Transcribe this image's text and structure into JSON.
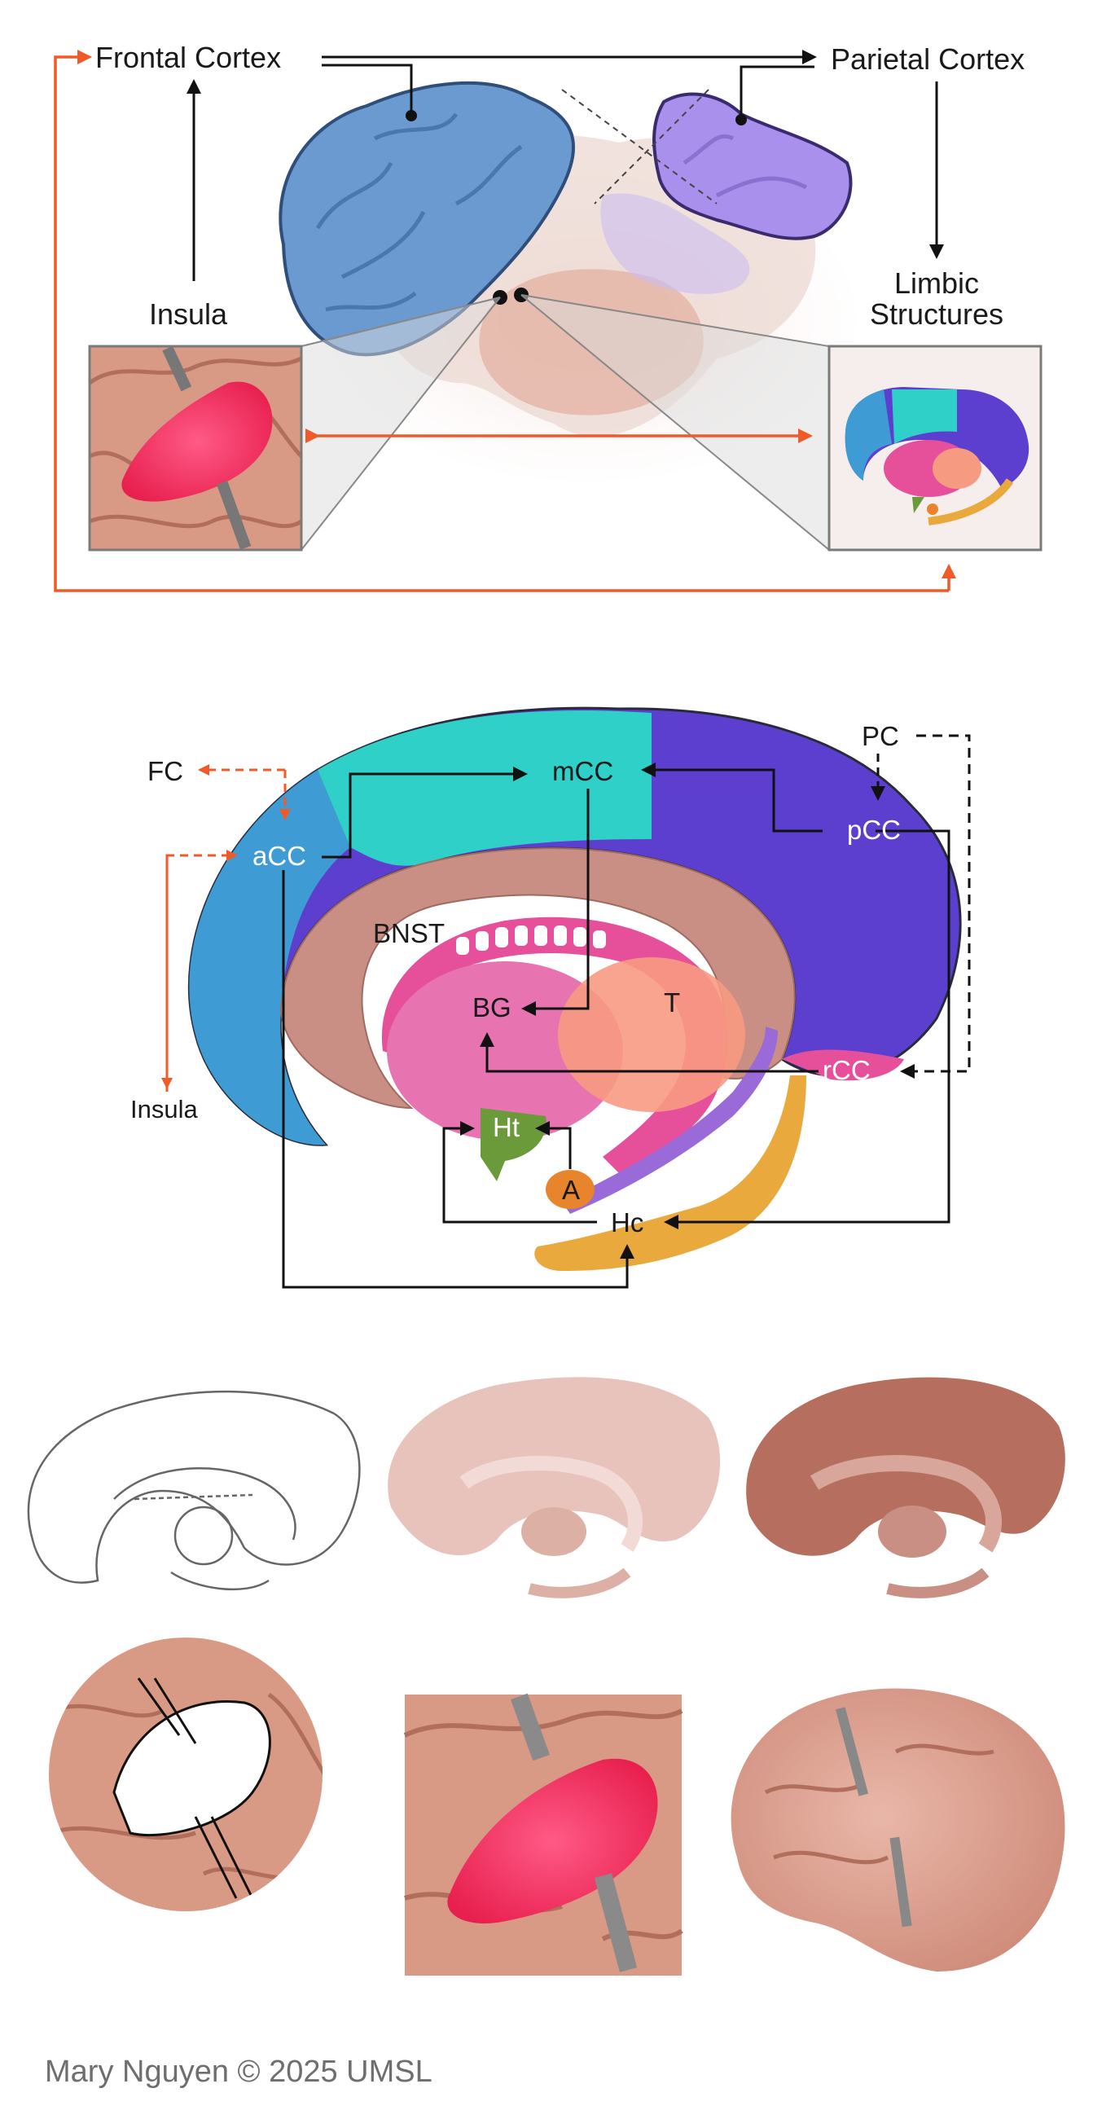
{
  "top_panel": {
    "frontal_cortex": "Frontal Cortex",
    "parietal_cortex": "Parietal Cortex",
    "insula": "Insula",
    "limbic_line1": "Limbic",
    "limbic_line2": "Structures"
  },
  "limbic_diagram": {
    "fc": "FC",
    "pc": "PC",
    "acc": "aCC",
    "mcc": "mCC",
    "pcc": "pCC",
    "rcc": "rCC",
    "bnst": "BNST",
    "bg": "BG",
    "t": "T",
    "ht": "Ht",
    "a": "A",
    "hc": "Hc",
    "insula": "Insula"
  },
  "footer": {
    "credit": "Mary Nguyen © 2025 UMSL"
  },
  "colors": {
    "accent_orange": "#f05a28",
    "frontal_blue": "#5b8fc9",
    "parietal_purple": "#a58de6",
    "acc_blue": "#3f9bd3",
    "mcc_cyan": "#2fd0c8",
    "pcc_purple": "#5c3fcf",
    "bnst_pink": "#e6509a",
    "thalamus_peach": "#f79a82",
    "ht_green": "#6b9a3a",
    "amygdala_orange": "#e8852c",
    "hc_gold": "#e9a93c",
    "insula_red": "#e8204f"
  }
}
